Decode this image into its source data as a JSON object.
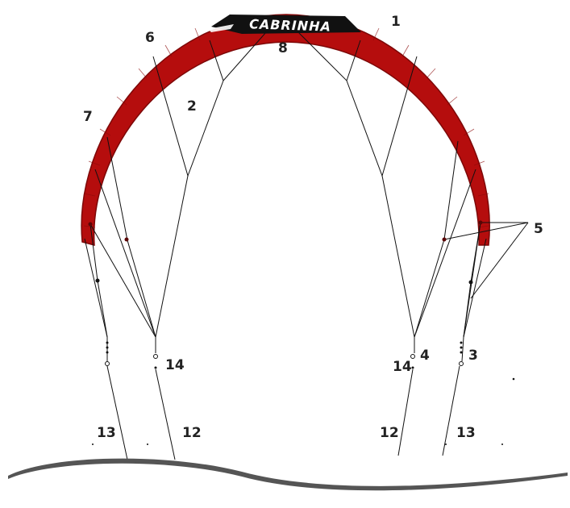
{
  "brand": {
    "text": "CABRINHA"
  },
  "labels": {
    "l1": "1",
    "l2": "2",
    "l3": "3",
    "l4": "4",
    "l5": "5",
    "l6": "6",
    "l7": "7",
    "l8": "8",
    "l12_left": "12",
    "l12_right": "12",
    "l13_left": "13",
    "l13_right": "13",
    "l14_left": "14",
    "l14_right": "14"
  },
  "colors": {
    "canopy": "#b50d0d",
    "canopy_dark": "#7d0808",
    "brand_banner": "#111111",
    "line": "#111111",
    "water": "#555555"
  }
}
